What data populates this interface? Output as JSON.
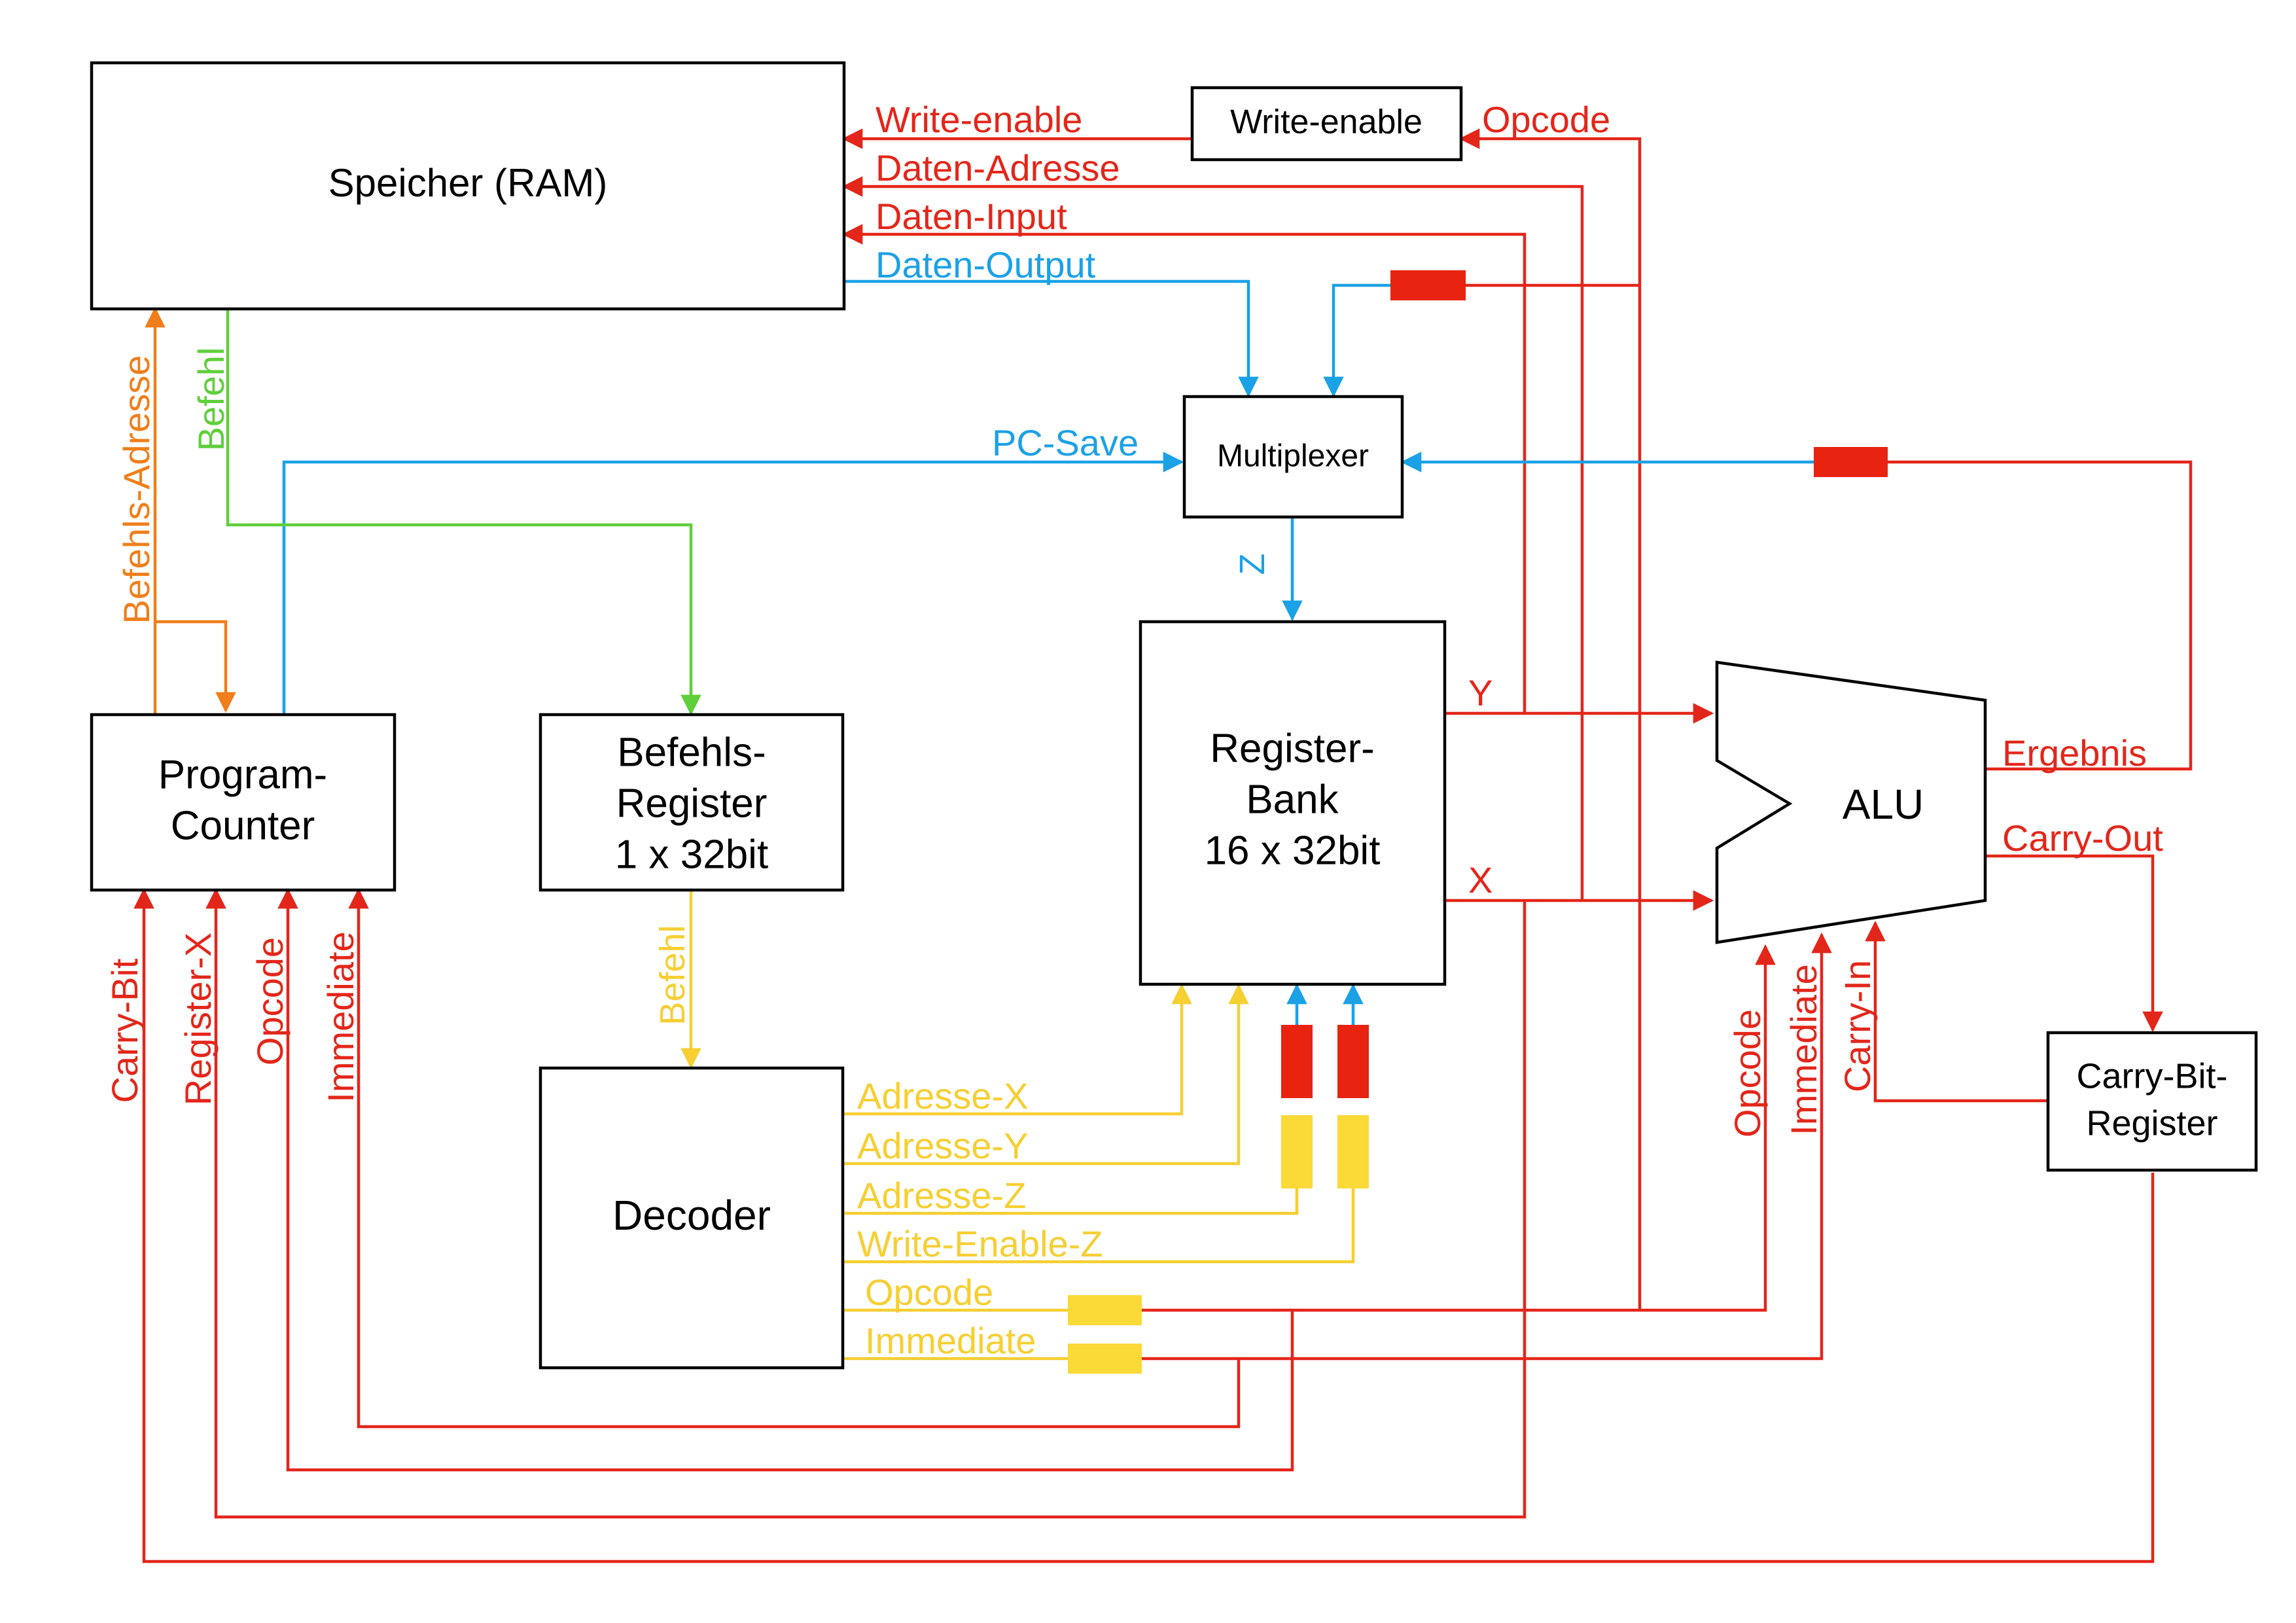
{
  "colors": {
    "red": "#e3261a",
    "blue": "#1ba1e6",
    "green": "#5fcf3b",
    "orange": "#f07e1a",
    "yellow": "#f6cf32",
    "block": "#e8230f",
    "block_yellow": "#fbd937"
  },
  "blocks": {
    "ram": "Speicher (RAM)",
    "write_enable": "Write-enable",
    "multiplexer": "Multiplexer",
    "pc_line1": "Program-",
    "pc_line2": "Counter",
    "ir_line1": "Befehls-",
    "ir_line2": "Register",
    "ir_line3": "1 x 32bit",
    "rb_line1": "Register-",
    "rb_line2": "Bank",
    "rb_line3": "16 x 32bit",
    "alu": "ALU",
    "decoder": "Decoder",
    "cb_line1": "Carry-Bit-",
    "cb_line2": "Register"
  },
  "signals": {
    "write_enable": "Write-enable",
    "opcode_top": "Opcode",
    "daten_adresse": "Daten-Adresse",
    "daten_input": "Daten-Input",
    "daten_output": "Daten-Output",
    "pc_save": "PC-Save",
    "befehl_ram": "Befehl",
    "befehls_adresse": "Befehls-Adresse",
    "z": "Z",
    "y": "Y",
    "x": "X",
    "ergebnis": "Ergebnis",
    "carry_out": "Carry-Out",
    "befehl_ir": "Befehl",
    "adresse_x": "Adresse-X",
    "adresse_y": "Adresse-Y",
    "adresse_z": "Adresse-Z",
    "write_enable_z": "Write-Enable-Z",
    "opcode_dec": "Opcode",
    "immediate_dec": "Immediate",
    "carry_bit": "Carry-Bit",
    "register_x": "Register-X",
    "opcode_pc": "Opcode",
    "immediate_pc": "Immediate",
    "opcode_alu": "Opcode",
    "immediate_alu": "Immediate",
    "carry_in": "Carry-In"
  }
}
